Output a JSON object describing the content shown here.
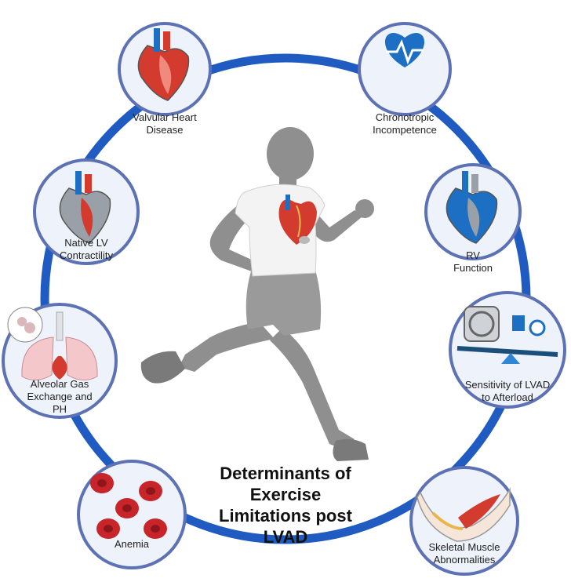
{
  "title": "Determinants of\nExercise\nLimitations post\nLVAD",
  "colors": {
    "ring": "#1f5bc0",
    "node_border": "#5d72b4",
    "node_fill": "#eef2fa",
    "runner": "#8f8f8f",
    "heart_red": "#d23b2e",
    "heart_blue": "#1d6fc4",
    "rbc": "#c8252a"
  },
  "nodes": [
    {
      "label": "Valvular Heart\nDisease",
      "icon": "heart-anatomy-icon"
    },
    {
      "label": "Chronotropic\nIncompetence",
      "icon": "heartbeat-icon"
    },
    {
      "label": "RV\nFunction",
      "icon": "rv-heart-icon"
    },
    {
      "label": "Sensitivity of LVAD\nto Afterload",
      "icon": "lvad-pump-icon"
    },
    {
      "label": "Skeletal Muscle\nAbnormalities",
      "icon": "arm-muscle-icon"
    },
    {
      "label": "Anemia",
      "icon": "red-blood-cells-icon"
    },
    {
      "label": "Alveolar Gas\nExchange and\nPH",
      "icon": "lungs-icon"
    },
    {
      "label": "Native LV\nContractility",
      "icon": "lv-heart-icon"
    }
  ]
}
